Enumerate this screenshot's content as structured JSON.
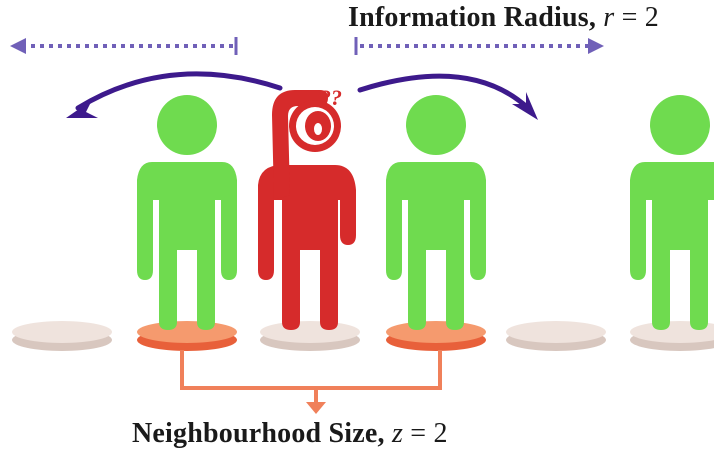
{
  "radius_label": {
    "text": "Information Radius, ",
    "var": "r",
    "eq": " = 2"
  },
  "neigh_label": {
    "text": "Neighbourhood Size, ",
    "var": "z",
    "eq": " = 2"
  },
  "question_marks": "??",
  "colors": {
    "green": "#6fdb4f",
    "red": "#d62b2b",
    "purple": "#3d1a8c",
    "dotted": "#7060b8",
    "orange": "#f0805a",
    "platform": "#efe3dd"
  }
}
